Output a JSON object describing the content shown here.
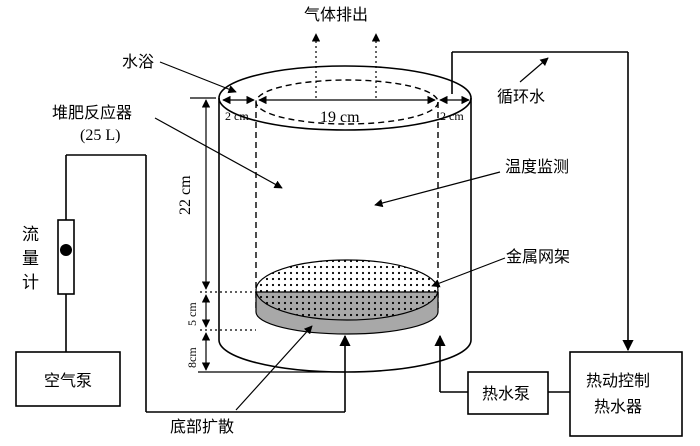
{
  "labels": {
    "gas_exhaust": "气体排出",
    "water_bath": "水浴",
    "reactor_name": "堆肥反应器",
    "reactor_volume": "(25 L)",
    "circulating_water": "循环水",
    "temp_monitor": "温度监测",
    "metal_grid": "金属网架",
    "flowmeter": "流量计",
    "air_pump": "空气泵",
    "bottom_diffusion": "底部扩散",
    "hot_water_pump": "热水泵",
    "heater_line1": "热动控制",
    "heater_line2": "热水器"
  },
  "dimensions": {
    "wall_left": "2 cm",
    "diameter": "19 cm",
    "wall_right": "2 cm",
    "height": "22 cm",
    "grid_gap": "5 cm",
    "bottom_gap": "8cm"
  }
}
